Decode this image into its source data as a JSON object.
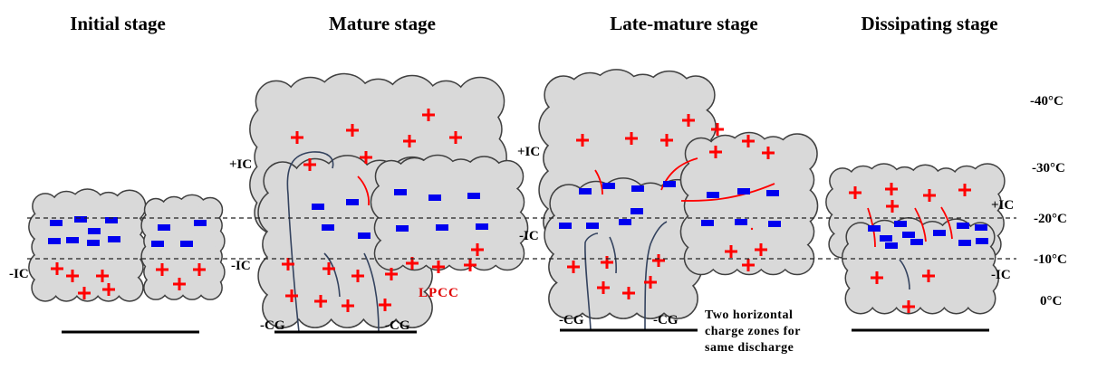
{
  "stages": [
    {
      "title": "Initial stage"
    },
    {
      "title": "Mature stage"
    },
    {
      "title": "Late-mature stage"
    },
    {
      "title": "Dissipating stage"
    }
  ],
  "temperatures": [
    "-40°C",
    "-30°C",
    "-20°C",
    "-10°C",
    "0°C"
  ],
  "labels": {
    "initial_ic": "-IC",
    "mature_pos_ic": "+IC",
    "mature_neg_ic": "-IC",
    "mature_cg_left": "-CG",
    "mature_cg_right": "-CG",
    "lpcc": "LPCC",
    "late_pos_ic": "+IC",
    "late_neg_ic": "-IC",
    "late_cg_left": "-CG",
    "late_cg_right": "-CG",
    "diss_pos_ic": "+IC",
    "diss_neg_ic": "-IC"
  },
  "note": [
    "Two horizontal",
    "charge zones for",
    "same discharge"
  ],
  "colors": {
    "cloud": "#d9d9d9",
    "outline": "#404040",
    "positive": "#ff0000",
    "negative": "#0000ee",
    "channel": "#34435f"
  }
}
